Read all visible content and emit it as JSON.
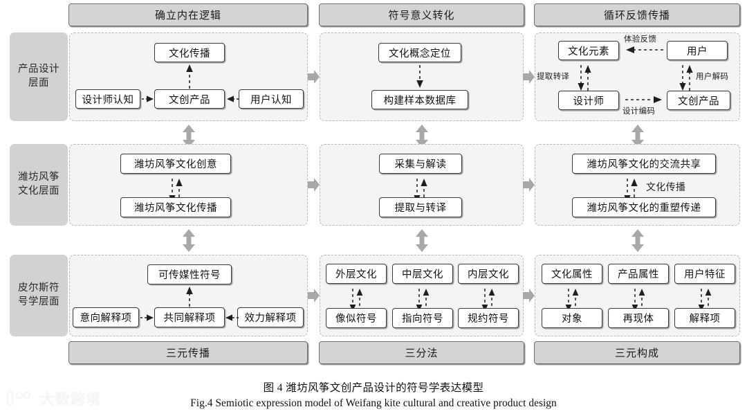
{
  "figure": {
    "caption_zh": "图 4   潍坊风筝文创产品设计的符号学表达模型",
    "caption_en": "Fig.4 Semiotic expression model of Weifang kite cultural and creative product design",
    "watermark": "大数跨境"
  },
  "colors": {
    "chip_fill": "#d4d4d4",
    "chip_border": "#6e6e6e",
    "rowlabel_fill": "#d2d2d2",
    "cell_fill": "#f4f4f2",
    "cell_border": "#b9b9b9",
    "node_border": "#3a3a3a",
    "arrow_grey": "#a8a8a8",
    "arrow_dark": "#1f1f1f"
  },
  "column_headers": [
    {
      "label": "确立内在逻辑"
    },
    {
      "label": "符号意义转化"
    },
    {
      "label": "循环反馈传播"
    }
  ],
  "column_footers": [
    {
      "label": "三元传播"
    },
    {
      "label": "三分法"
    },
    {
      "label": "三元构成"
    }
  ],
  "row_labels": [
    {
      "line1": "产品设计",
      "line2": "层面"
    },
    {
      "line1": "潍坊风筝",
      "line2": "文化层面"
    },
    {
      "line1": "皮尔斯符",
      "line2": "号学层面"
    }
  ],
  "cells": {
    "r1c1": {
      "nodes": [
        {
          "label": "文化传播"
        },
        {
          "label": "设计师认知"
        },
        {
          "label": "文创产品"
        },
        {
          "label": "用户认知"
        }
      ]
    },
    "r1c2": {
      "nodes": [
        {
          "label": "文化概念定位"
        },
        {
          "label": "构建样本数据库"
        }
      ]
    },
    "r1c3": {
      "nodes": [
        {
          "label": "文化元素"
        },
        {
          "label": "用户"
        },
        {
          "label": "设计师"
        },
        {
          "label": "文创产品"
        }
      ],
      "notes": [
        {
          "label": "体验反馈"
        },
        {
          "label": "提取转译"
        },
        {
          "label": "用户解码"
        },
        {
          "label": "设计编码"
        }
      ]
    },
    "r2c1": {
      "nodes": [
        {
          "label": "潍坊风筝文化创意"
        },
        {
          "label": "潍坊风筝文化传播"
        }
      ]
    },
    "r2c2": {
      "nodes": [
        {
          "label": "采集与解读"
        },
        {
          "label": "提取与转译"
        }
      ]
    },
    "r2c3": {
      "nodes": [
        {
          "label": "潍坊风筝文化的交流共享"
        },
        {
          "label": "潍坊风筝文化的重塑传递"
        }
      ],
      "notes": [
        {
          "label": "文化传播"
        }
      ]
    },
    "r3c1": {
      "nodes": [
        {
          "label": "可传媒性符号"
        },
        {
          "label": "意向解释项"
        },
        {
          "label": "共同解释项"
        },
        {
          "label": "效力解释项"
        }
      ]
    },
    "r3c2": {
      "nodes": [
        {
          "label": "外层文化"
        },
        {
          "label": "中层文化"
        },
        {
          "label": "内层文化"
        },
        {
          "label": "像似符号"
        },
        {
          "label": "指向符号"
        },
        {
          "label": "规约符号"
        }
      ]
    },
    "r3c3": {
      "nodes": [
        {
          "label": "文化属性"
        },
        {
          "label": "产品属性"
        },
        {
          "label": "用户特征"
        },
        {
          "label": "对象"
        },
        {
          "label": "再现体"
        },
        {
          "label": "解释项"
        }
      ]
    }
  }
}
